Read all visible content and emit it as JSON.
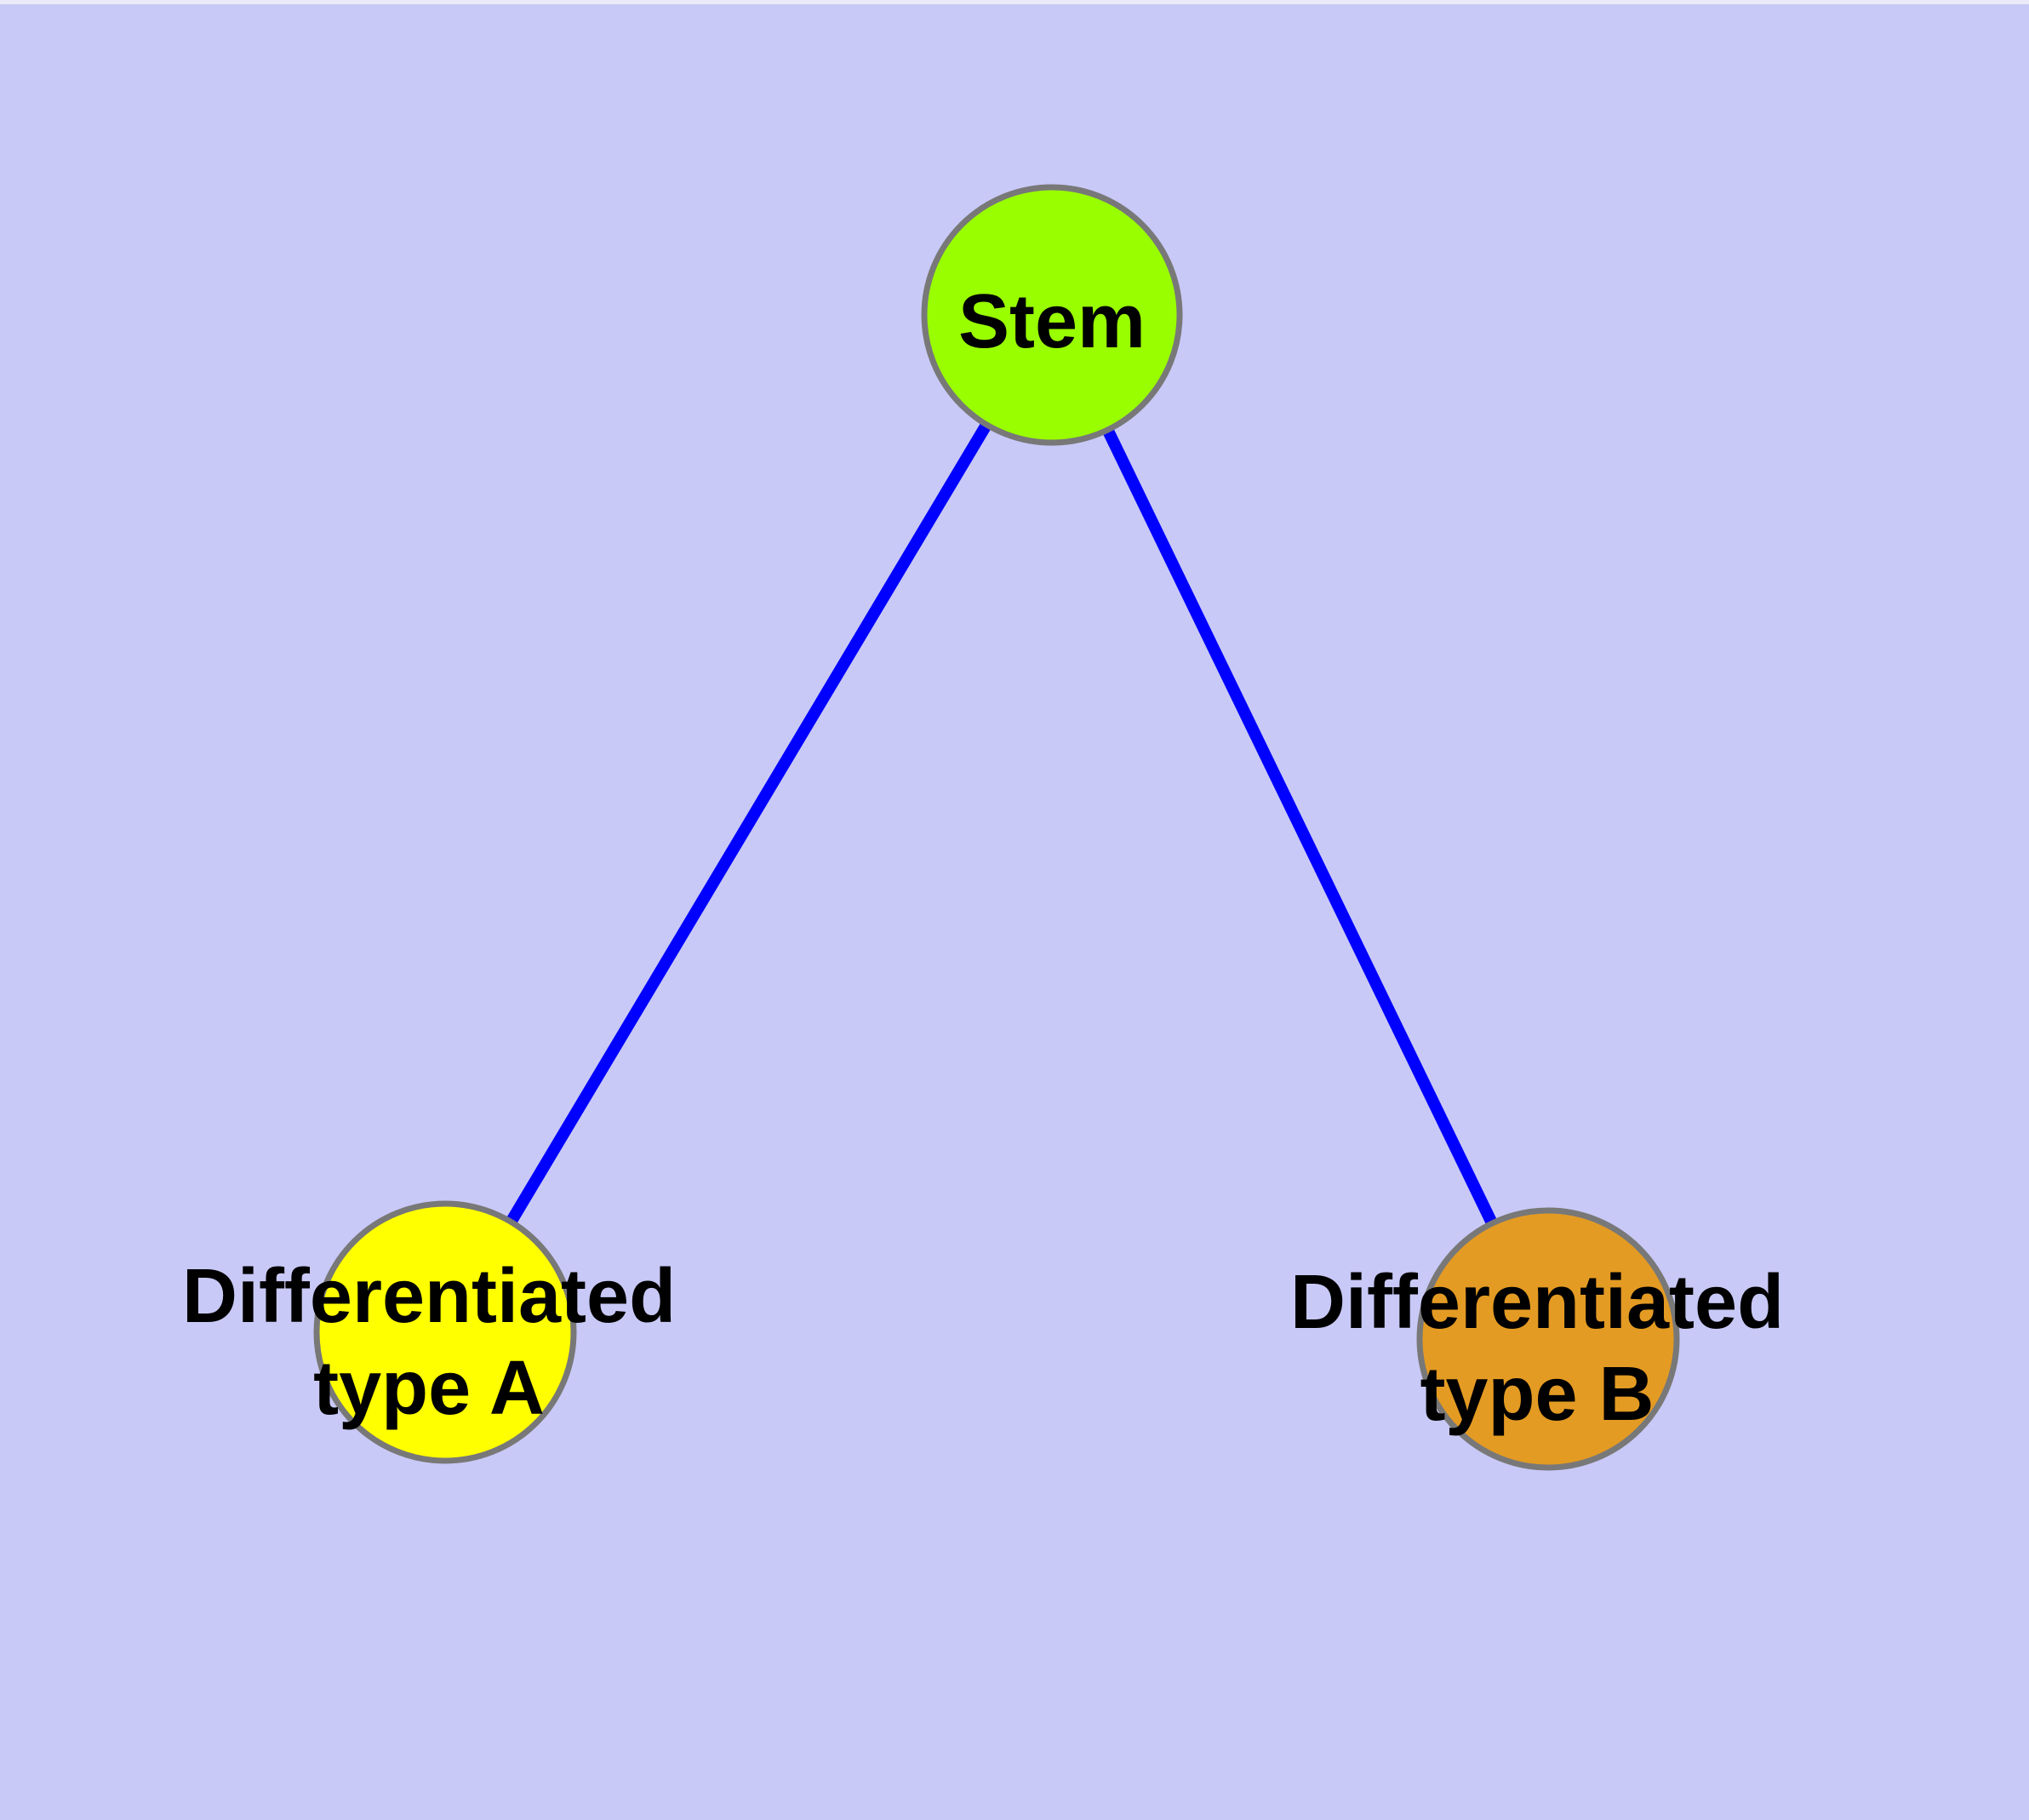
{
  "diagram": {
    "background_color": "#C9C9F7",
    "top_edge_highlight_color": "#EAEAF9",
    "edge_color": "#0000FF",
    "node_border_color": "#787878",
    "label_text_color": "#000000",
    "nodes": {
      "stem": {
        "label": "Stem",
        "color": "#99FF00"
      },
      "type_a": {
        "label": "Differentiated\ntype A",
        "color": "#FFFF00"
      },
      "type_b": {
        "label": "Differentiated\ntype B",
        "color": "#E49B23"
      }
    },
    "edges": [
      {
        "from": "stem",
        "to": "type_a"
      },
      {
        "from": "stem",
        "to": "type_b"
      }
    ]
  }
}
